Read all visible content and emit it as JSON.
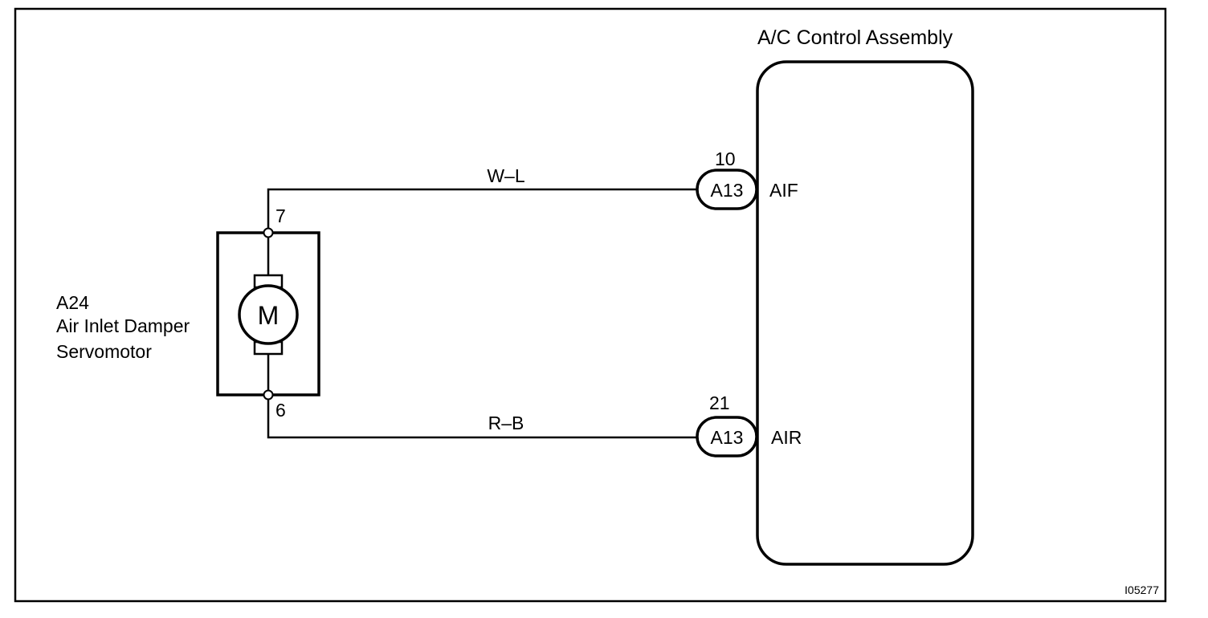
{
  "control_assembly": {
    "title": "A/C Control Assembly"
  },
  "servomotor": {
    "code": "A24",
    "name_line1": "Air Inlet Damper",
    "name_line2": "Servomotor",
    "motor_symbol": "M"
  },
  "wires": [
    {
      "color_code": "W–L",
      "motor_pin": "7",
      "connector_pin": "10",
      "connector": "A13",
      "terminal": "AIF"
    },
    {
      "color_code": "R–B",
      "motor_pin": "6",
      "connector_pin": "21",
      "connector": "A13",
      "terminal": "AIR"
    }
  ],
  "figure_id": "I05277"
}
